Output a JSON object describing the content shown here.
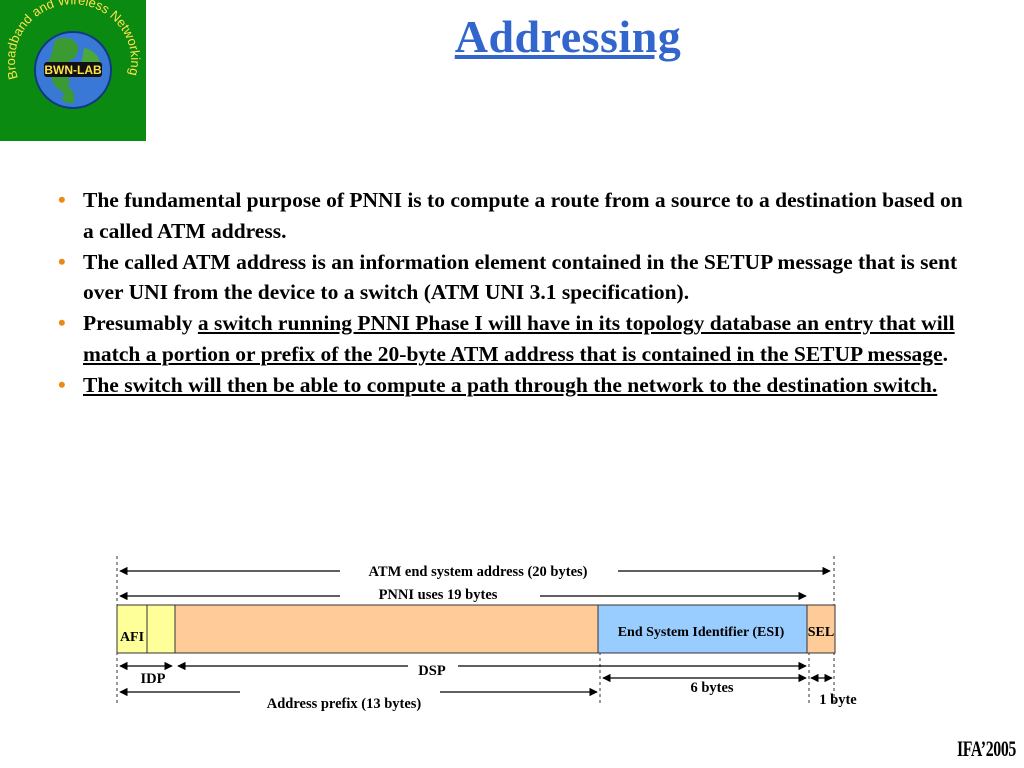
{
  "slide": {
    "title": "Addressing",
    "logo": {
      "arc_text": "Broadband and Wireless Networking Laboratory",
      "center_text": "BWN-LAB"
    },
    "bullets": [
      {
        "plain_before": "The fundamental purpose of PNNI is to compute a route from a source to a destination based on a called ATM address.",
        "underlined": "",
        "plain_after": ""
      },
      {
        "plain_before": "The called ATM address is an information element contained in the SETUP message that is sent over UNI from the device to a switch (ATM UNI 3.1 specification).",
        "underlined": "",
        "plain_after": ""
      },
      {
        "plain_before": "Presumably ",
        "underlined": "a switch running PNNI Phase I will have in its topology database an entry that will match a portion or prefix of the 20-byte ATM address that is contained in the SETUP message",
        "plain_after": "."
      },
      {
        "plain_before": "",
        "underlined": "The switch will then be able to compute a path through the network to the destination switch.",
        "plain_after": ""
      }
    ],
    "footer": "IFA’2005"
  },
  "diagram": {
    "labels": {
      "atm_address": "ATM end system address (20 bytes)",
      "pnni": "PNNI uses 19 bytes",
      "afi": "AFI",
      "esi": "End System Identifier (ESI)",
      "sel": "SEL",
      "idp": "IDP",
      "dsp": "DSP",
      "six_bytes": "6 bytes",
      "one_byte": "1 byte",
      "prefix": "Address prefix (13 bytes)"
    },
    "colors": {
      "afi": "#ffff99",
      "idi": "#ffff99",
      "dsp": "#ffcc99",
      "esi": "#99ccff",
      "sel": "#ffcc99"
    }
  },
  "colors": {
    "title": "#3366cc",
    "bullet": "#e98a14",
    "logo_bg": "#0a8a10"
  }
}
